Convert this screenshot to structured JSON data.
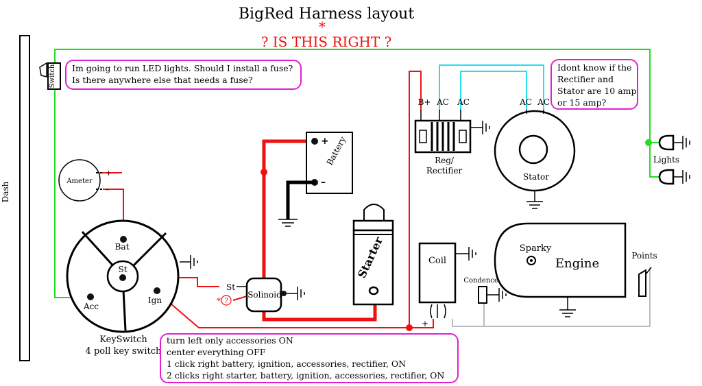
{
  "title": "BigRed Harness layout",
  "title_star": "*",
  "question": "?  IS THIS RIGHT  ?",
  "notes": {
    "fuse": [
      "Im going to run LED lights. Should I install a fuse?",
      "Is there anywhere else that needs a fuse?"
    ],
    "stator": [
      "Idont know if the",
      "Rectifier and",
      "Stator are 10 amp",
      "or 15 amp?"
    ],
    "keyswitch": [
      "turn left only accessories ON",
      "center everything OFF",
      "1 click right battery, ignition, accessories, rectifier, ON",
      "2 clicks right starter, battery, ignition, accessories, rectifier, ON"
    ]
  },
  "labels": {
    "dash": "Dash",
    "switch": "Switch",
    "ameter": "Ameter",
    "plus": "+",
    "minus": "–",
    "bat": "Bat",
    "st": "St",
    "acc": "Acc",
    "ign": "Ign",
    "keyswitch": "KeySwitch",
    "keyswitch_sub": "4 poll key switch",
    "battery": "Battery",
    "solinoid": "Solinoid",
    "st_wire": "St",
    "sol_star": "*",
    "sol_q": "?",
    "starter": "Starter",
    "b_plus": "B+",
    "ac1": "AC",
    "ac2": "AC",
    "ac3": "AC",
    "ac4": "AC",
    "reg": "Reg/",
    "rectifier": "Rectifier",
    "stator": "Stator",
    "lights": "Lights",
    "coil": "Coil",
    "coil_plus": "+",
    "condencer": "Condencer",
    "sparky": "Sparky",
    "engine": "Engine",
    "points": "Points"
  },
  "colors": {
    "green_wire": "#22dd22",
    "red_wire": "#ee1111",
    "cyan_wire": "#22e0f0",
    "gray_wire": "#bbbbbb",
    "note_border": "#e020d0"
  }
}
